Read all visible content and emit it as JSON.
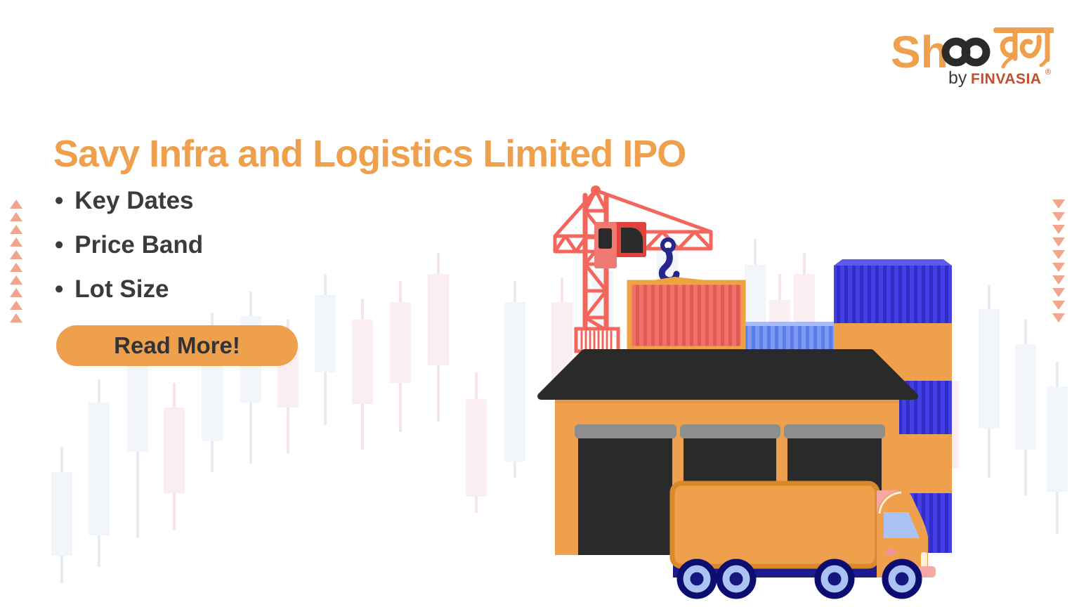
{
  "logo": {
    "prefix": "Sh",
    "infinity": "∞",
    "devanagari": "न्य",
    "by": "by",
    "brand": "FINVASIA",
    "registered": "®"
  },
  "hero": {
    "title": "Savy Infra and Logistics Limited IPO",
    "bullets": [
      "Key Dates",
      "Price Band",
      "Lot Size"
    ],
    "cta": "Read More!"
  },
  "decor": {
    "left_triangles": 10,
    "right_triangles": 10
  },
  "colors": {
    "background": "#FFFFFF",
    "orange": "#EFA04C",
    "salmon": "#F4655C",
    "cab_red": "#E0433E",
    "cab_light": "#EE7A72",
    "dark": "#2A2A2A",
    "gray": "#8E8E8E",
    "container_red": "#F2706A",
    "container_stripe": "#E05A55",
    "frame": "#EFA244",
    "blue": "#4340E6",
    "blue_stripe": "#312DC9",
    "blue_bevel": "#5D5AEE",
    "periwinkle": "#7E99F2",
    "periwinkle_stripe": "#5B7BE9",
    "periwinkle_top": "#A9BBF7",
    "navy": "#26268F",
    "cable": "#9FB5F5",
    "chassis": "#1B1B8F",
    "wheel": "#A9C4F2",
    "wheel_ring": "#0D0D70",
    "hub": "#16167E",
    "pink": "#F6A9A4",
    "glass": "#A9C4F5",
    "handle": "#F2929E",
    "headlight": "#FFF0DC",
    "box_border": "#D9882A",
    "wall_shade": "#E2943E",
    "triangle": "#F0A58C",
    "text_dark": "#3B3B3B",
    "byline": "#3C3C3C",
    "brand": "#C14F2B",
    "button_text": "#333333",
    "candle_gray": "#F2F5F9",
    "candle_gray_wick": "#E7ECF3",
    "candle_pink": "#FBEEF0",
    "candle_pink_wick": "#F8E3E5"
  }
}
